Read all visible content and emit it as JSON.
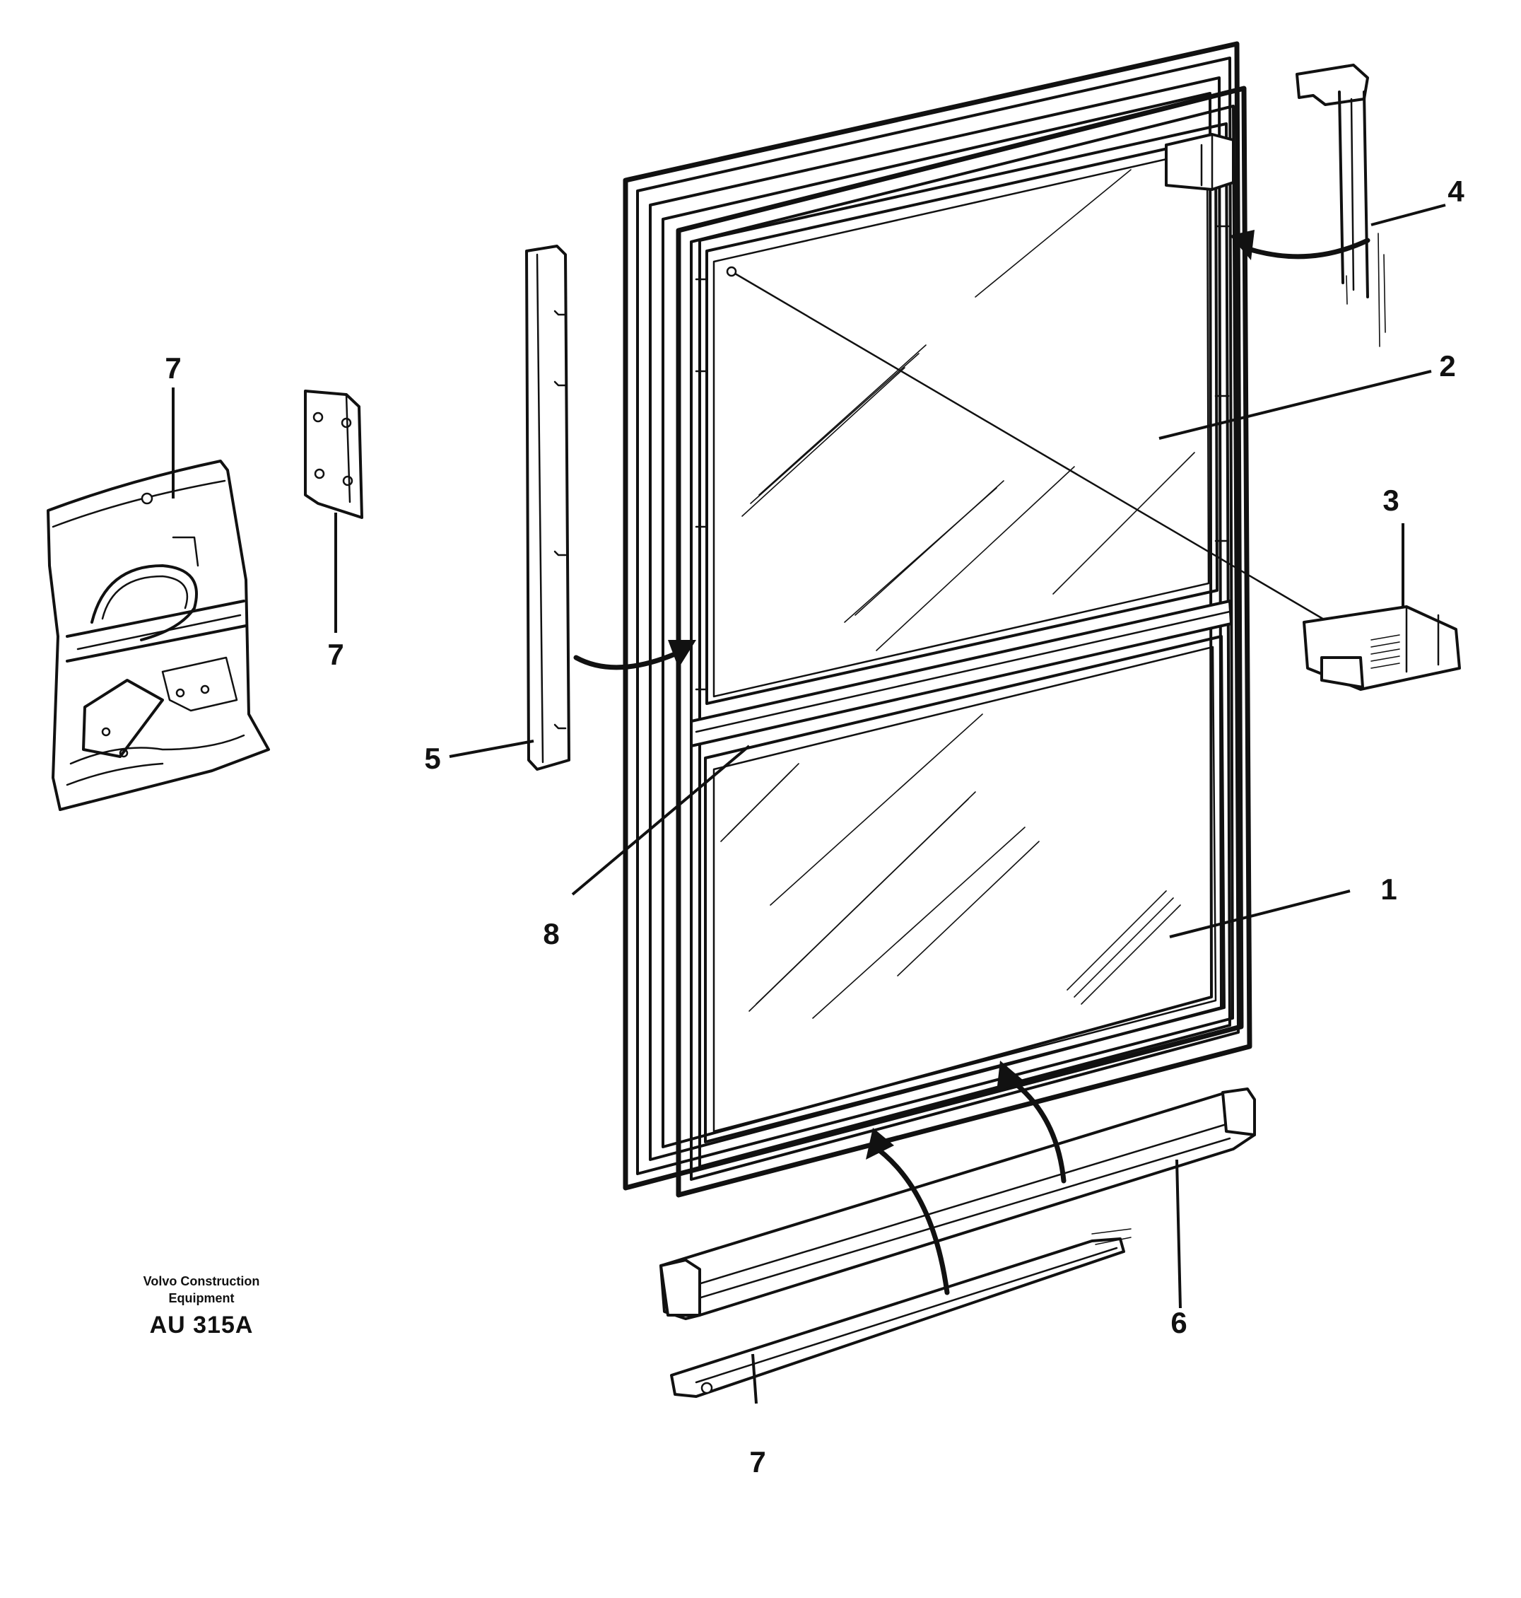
{
  "callouts": {
    "c1": "1",
    "c2": "2",
    "c3": "3",
    "c4": "4",
    "c5": "5",
    "c6": "6",
    "c7_bag": "7",
    "c7_plate": "7",
    "c7_bottom": "7",
    "c8": "8"
  },
  "footer": {
    "brand_line1": "Volvo Construction",
    "brand_line2": "Equipment",
    "drawing_code": "AU 315A"
  },
  "parts": [
    {
      "id": "1",
      "name": "lower-glass-pane"
    },
    {
      "id": "2",
      "name": "upper-glass-pane"
    },
    {
      "id": "3",
      "name": "latch"
    },
    {
      "id": "4",
      "name": "upper-right-rail"
    },
    {
      "id": "5",
      "name": "left-guide-rail"
    },
    {
      "id": "6",
      "name": "bottom-channel"
    },
    {
      "id": "7",
      "name": "seal-strip-and-kit"
    },
    {
      "id": "8",
      "name": "middle-crossbar"
    }
  ]
}
